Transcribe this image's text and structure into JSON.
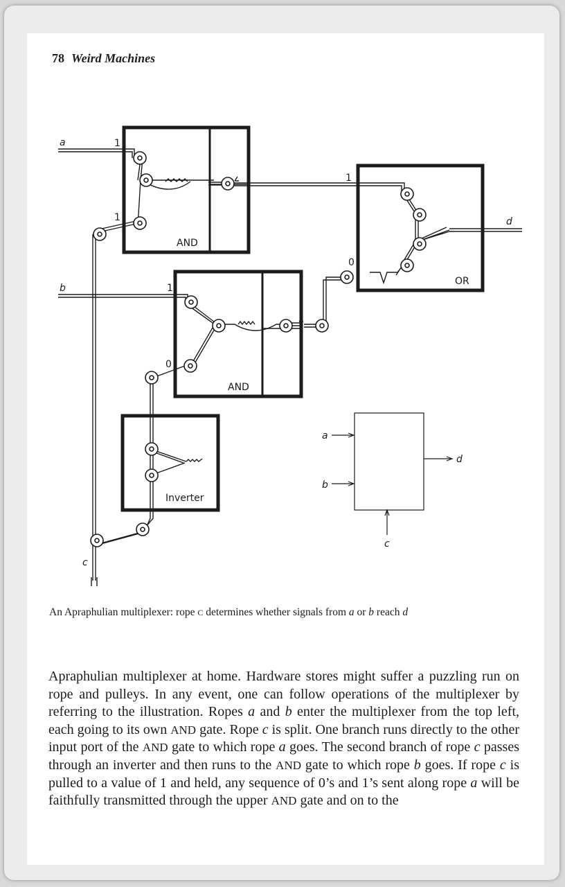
{
  "header": {
    "page_number": "78",
    "running_title": "Weird Machines"
  },
  "figure": {
    "labels": {
      "input_a": "a",
      "input_b": "b",
      "input_c": "c",
      "output_d": "d",
      "and_upper": "AND",
      "and_lower": "AND",
      "or_gate": "OR",
      "inverter": "Inverter",
      "val_a": "1",
      "val_upper_c": "1",
      "val_upper_out": "1",
      "val_or_zero": "0",
      "val_b": "1",
      "val_lower_zero": "0"
    },
    "block": {
      "a": "a",
      "b": "b",
      "c": "c",
      "d": "d"
    }
  },
  "caption": {
    "p1": "An Apraphulian multiplexer: rope ",
    "p2": "c",
    "p3": " determines whether signals from ",
    "p4": "a",
    "p5": " or ",
    "p6": "b",
    "p7": " reach ",
    "p8": "d"
  },
  "body": {
    "s1": "Apraphulian multiplexer at home. Hardware stores might suffer a puzzling run on rope and pulleys. In any event, one can follow operations of the multiplexer by referring to the illustration. Ropes ",
    "s2": "a",
    "s3": " and ",
    "s4": "b",
    "s5": " enter the multiplexer from the top left, each going to its own ",
    "s6": "AND",
    "s7": " gate. Rope ",
    "s8": "c",
    "s9": " is split. One branch runs directly to the other input port of the ",
    "s10": "AND",
    "s11": " gate to which rope ",
    "s12": "a",
    "s13": " goes. The second branch of rope ",
    "s14": "c",
    "s15": " passes through an inverter and then runs to the ",
    "s16": "AND",
    "s17": " gate to which rope ",
    "s18": "b",
    "s19": " goes. If rope ",
    "s20": "c",
    "s21": " is pulled to a value of 1 and held, any sequence of 0’s and 1’s sent along rope ",
    "s22": "a",
    "s23": " will be faithfully transmitted through the upper ",
    "s24": "AND",
    "s25": " gate and on to the"
  },
  "colors": {
    "ink": "#1c1c1c",
    "paper": "#ffffff",
    "frame": "#ececec"
  }
}
